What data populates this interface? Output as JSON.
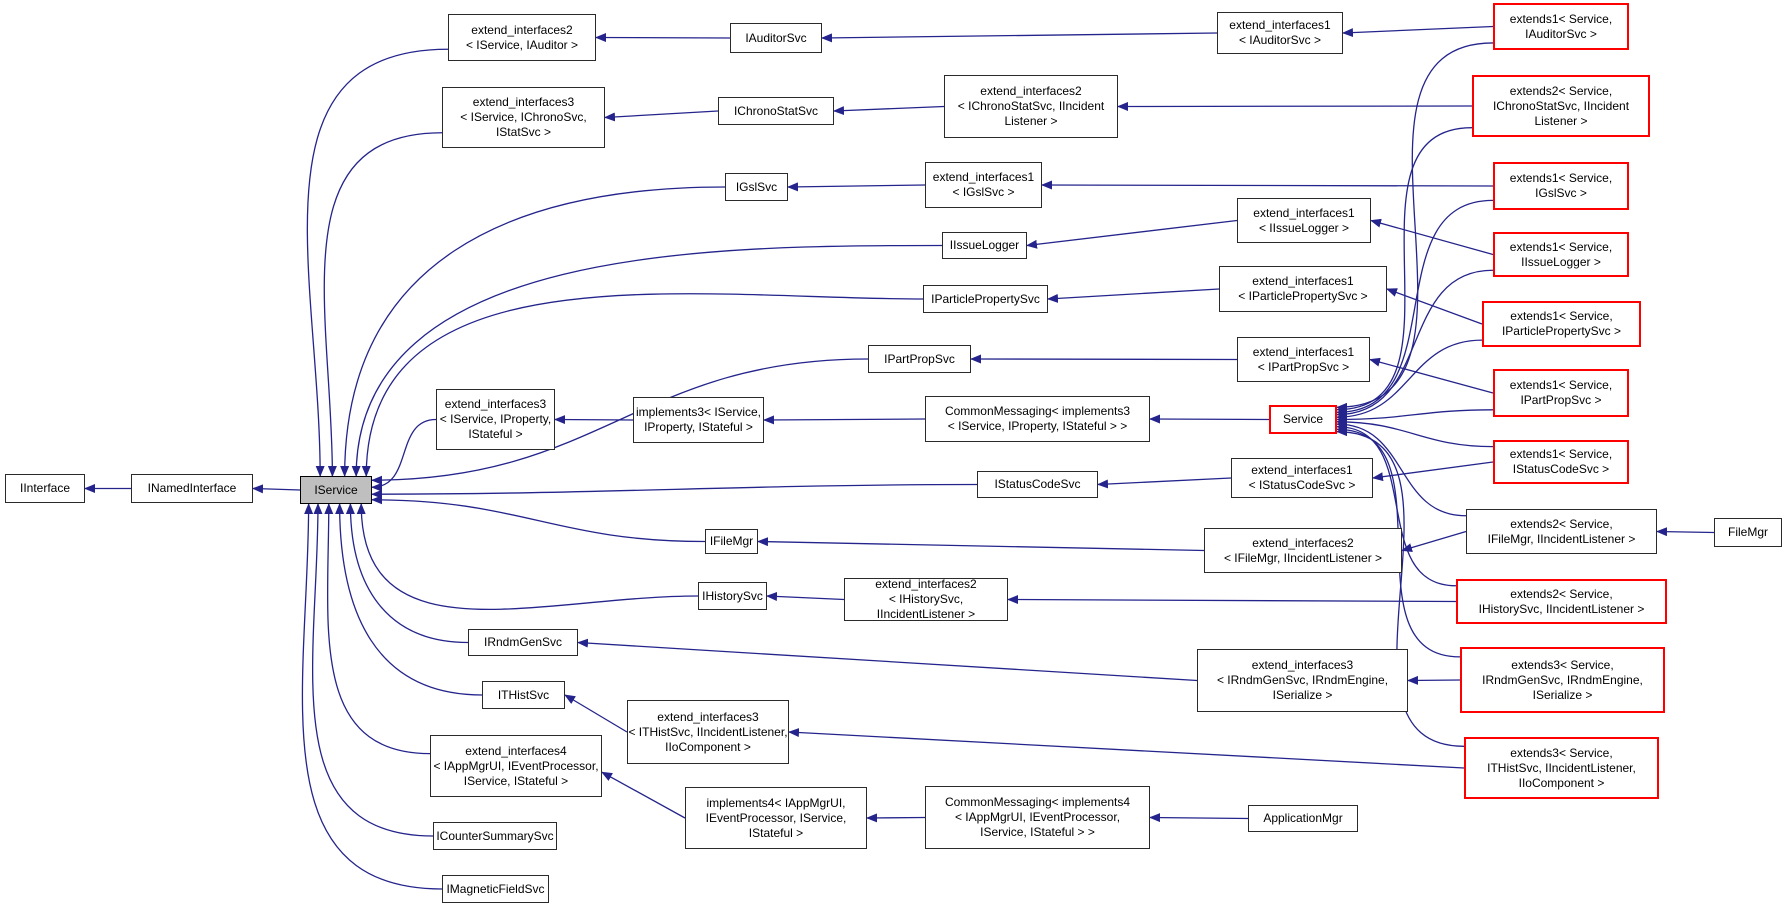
{
  "diagram": {
    "type": "class-inheritance-graph",
    "colors": {
      "edge": "#24248c",
      "red_border": "#ff0000",
      "current_fill": "#bfbfbf",
      "box_border": "#2b2b2b",
      "background": "#ffffff"
    },
    "nodes": [
      {
        "id": "iinterface",
        "label": "IInterface",
        "style": "plain"
      },
      {
        "id": "inamedinterface",
        "label": "INamedInterface",
        "style": "plain"
      },
      {
        "id": "iservice",
        "label": "IService",
        "style": "current"
      },
      {
        "id": "ei2_auditor",
        "label": "extend_interfaces2\n< IService, IAuditor >",
        "style": "plain"
      },
      {
        "id": "ei3_chrono",
        "label": "extend_interfaces3\n< IService, IChronoSvc,\nIStatSvc >",
        "style": "plain"
      },
      {
        "id": "iauditorsvc",
        "label": "IAuditorSvc",
        "style": "plain"
      },
      {
        "id": "ichronostatsvc",
        "label": "IChronoStatSvc",
        "style": "plain"
      },
      {
        "id": "ei2_chronoincident",
        "label": "extend_interfaces2\n< IChronoStatSvc, IIncident\nListener >",
        "style": "plain"
      },
      {
        "id": "ei1_auditorsvc",
        "label": "extend_interfaces1\n< IAuditorSvc >",
        "style": "plain"
      },
      {
        "id": "igslsvc",
        "label": "IGslSvc",
        "style": "plain"
      },
      {
        "id": "ei1_igslsvc",
        "label": "extend_interfaces1\n< IGslSvc >",
        "style": "plain"
      },
      {
        "id": "iissuelogger",
        "label": "IIssueLogger",
        "style": "plain"
      },
      {
        "id": "ei1_iissuelogger",
        "label": "extend_interfaces1\n< IIssueLogger >",
        "style": "plain"
      },
      {
        "id": "iparticlepropertysvc",
        "label": "IParticlePropertySvc",
        "style": "plain"
      },
      {
        "id": "ei1_iparticleprop",
        "label": "extend_interfaces1\n< IParticlePropertySvc >",
        "style": "plain"
      },
      {
        "id": "ipartpropsvc",
        "label": "IPartPropSvc",
        "style": "plain"
      },
      {
        "id": "ei1_ipartprop",
        "label": "extend_interfaces1\n< IPartPropSvc >",
        "style": "plain"
      },
      {
        "id": "ei3_prop",
        "label": "extend_interfaces3\n< IService, IProperty,\nIStateful >",
        "style": "plain"
      },
      {
        "id": "implements3",
        "label": "implements3< IService,\nIProperty, IStateful >",
        "style": "plain"
      },
      {
        "id": "cm3",
        "label": "CommonMessaging< implements3\n< IService, IProperty, IStateful > >",
        "style": "plain"
      },
      {
        "id": "service",
        "label": "Service",
        "style": "red"
      },
      {
        "id": "istatuscodesvc",
        "label": "IStatusCodeSvc",
        "style": "plain"
      },
      {
        "id": "ei1_istatuscode",
        "label": "extend_interfaces1\n< IStatusCodeSvc >",
        "style": "plain"
      },
      {
        "id": "ifilemgr",
        "label": "IFileMgr",
        "style": "plain"
      },
      {
        "id": "ei2_ifilemgr",
        "label": "extend_interfaces2\n< IFileMgr, IIncidentListener >",
        "style": "plain"
      },
      {
        "id": "ihistorysvc",
        "label": "IHistorySvc",
        "style": "plain"
      },
      {
        "id": "ei2_ihistory",
        "label": "extend_interfaces2\n< IHistorySvc, IIncidentListener >",
        "style": "plain"
      },
      {
        "id": "irndmgensvc",
        "label": "IRndmGenSvc",
        "style": "plain"
      },
      {
        "id": "ei3_irndm",
        "label": "extend_interfaces3\n< IRndmGenSvc, IRndmEngine,\nISerialize >",
        "style": "plain"
      },
      {
        "id": "ithistsvc",
        "label": "ITHistSvc",
        "style": "plain"
      },
      {
        "id": "ei3_ithist",
        "label": "extend_interfaces3\n< ITHistSvc, IIncidentListener,\nIIoComponent >",
        "style": "plain"
      },
      {
        "id": "ei4_appmgr",
        "label": "extend_interfaces4\n< IAppMgrUI, IEventProcessor,\nIService, IStateful >",
        "style": "plain"
      },
      {
        "id": "icountersummarysvc",
        "label": "ICounterSummarySvc",
        "style": "plain"
      },
      {
        "id": "imagneticfieldsvc",
        "label": "IMagneticFieldSvc",
        "style": "plain"
      },
      {
        "id": "implements4",
        "label": "implements4< IAppMgrUI,\nIEventProcessor, IService,\nIStateful >",
        "style": "plain"
      },
      {
        "id": "cm4",
        "label": "CommonMessaging< implements4\n< IAppMgrUI, IEventProcessor,\nIService, IStateful > >",
        "style": "plain"
      },
      {
        "id": "applicationmgr",
        "label": "ApplicationMgr",
        "style": "plain"
      },
      {
        "id": "x1_auditor",
        "label": "extends1< Service,\nIAuditorSvc >",
        "style": "red"
      },
      {
        "id": "x2_chrono",
        "label": "extends2< Service,\nIChronoStatSvc, IIncident\nListener >",
        "style": "red"
      },
      {
        "id": "x1_gsl",
        "label": "extends1< Service,\nIGslSvc >",
        "style": "red"
      },
      {
        "id": "x1_issue",
        "label": "extends1< Service,\nIIssueLogger >",
        "style": "red"
      },
      {
        "id": "x1_particle",
        "label": "extends1< Service,\nIParticlePropertySvc >",
        "style": "red"
      },
      {
        "id": "x1_partprop",
        "label": "extends1< Service,\nIPartPropSvc >",
        "style": "red"
      },
      {
        "id": "x1_status",
        "label": "extends1< Service,\nIStatusCodeSvc >",
        "style": "red"
      },
      {
        "id": "x2_filemgr",
        "label": "extends2< Service,\nIFileMgr, IIncidentListener >",
        "style": "plain"
      },
      {
        "id": "filemgr",
        "label": "FileMgr",
        "style": "plain"
      },
      {
        "id": "x2_history",
        "label": "extends2< Service,\nIHistorySvc, IIncidentListener >",
        "style": "red"
      },
      {
        "id": "x3_rndm",
        "label": "extends3< Service,\nIRndmGenSvc, IRndmEngine,\nISerialize >",
        "style": "red"
      },
      {
        "id": "x3_thist",
        "label": "extends3< Service,\nITHistSvc, IIncidentListener,\nIIoComponent >",
        "style": "red"
      }
    ]
  }
}
